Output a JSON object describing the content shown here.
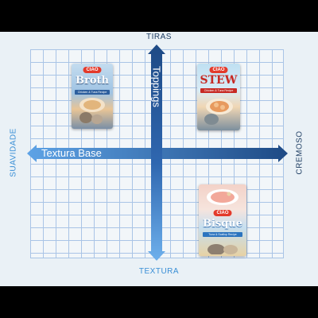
{
  "axes": {
    "top": "TIRAS",
    "bottom": "TEXTURA",
    "left": "SUAVIDADE",
    "right": "CREMOSO",
    "horizontal_arrow_label": "Textura Base",
    "vertical_arrow_label": "Toppings"
  },
  "brand_label": "CIAO",
  "products": {
    "broth": {
      "name": "Broth",
      "sub": "Chicken & Tuna Recipe"
    },
    "stew": {
      "name": "STEW",
      "sub": "Chicken & Tuna Recipe"
    },
    "bisque": {
      "name": "Bisque",
      "sub": "Tuna & Scallop Recipe"
    }
  },
  "colors": {
    "panel_bg": "#eaf1f6",
    "grid_line": "#a9c4e6",
    "arrow_light": "#5ea3e6",
    "arrow_dark": "#1e4a85",
    "label_dark": "#1f3e63",
    "label_light": "#3a8fd6"
  }
}
